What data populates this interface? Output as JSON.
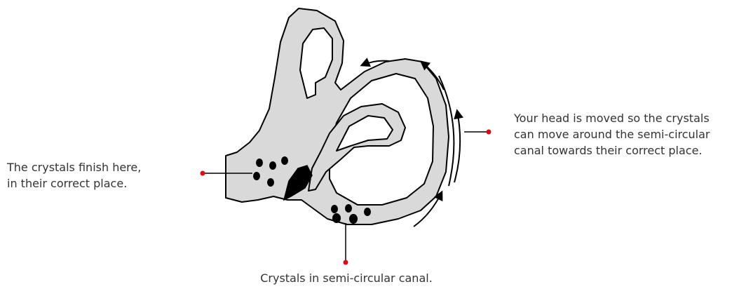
{
  "labels": {
    "finish": {
      "line1": "The crystals finish here,",
      "line2": "in their correct place."
    },
    "movement": {
      "line1": "Your head is moved so the crystals",
      "line2": "can move around the semi-circular",
      "line3": "canal towards their correct place."
    },
    "canal": {
      "text": "Crystals in semi-circular canal."
    }
  },
  "colors": {
    "fill": "#d9d9d9",
    "stroke": "#000000",
    "pointer": "#e30613",
    "text": "#333333"
  }
}
